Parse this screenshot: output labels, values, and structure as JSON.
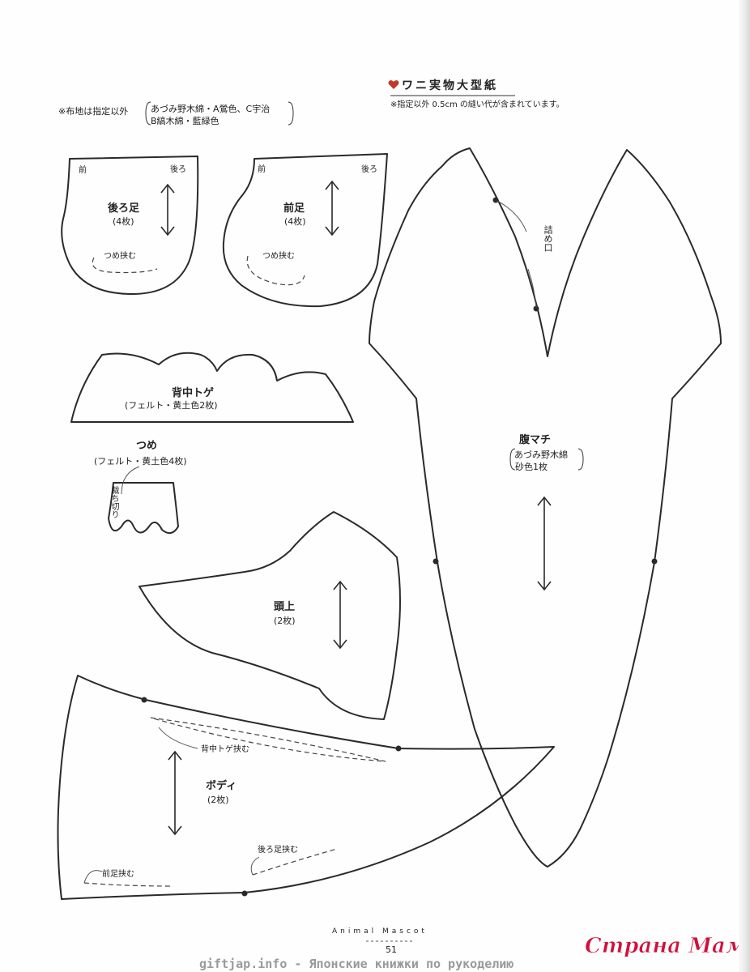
{
  "header": {
    "title": "ワニ実物大型紙",
    "note": "※指定以外 0.5cm の縫い代が含まれています。"
  },
  "fabric_note": {
    "prefix": "※布地は指定以外",
    "line1": "あづみ野木綿・A鶯色、C宇治",
    "line2": "B縞木綿・藍緑色"
  },
  "pieces": {
    "back_leg": {
      "front": "前",
      "back": "後ろ",
      "name": "後ろ足",
      "count": "(4枚)",
      "claw": "つめ挟む"
    },
    "front_leg": {
      "front": "前",
      "back": "後ろ",
      "name": "前足",
      "count": "(4枚)",
      "claw": "つめ挟む"
    },
    "spine": {
      "name": "背中トゲ",
      "material": "(フェルト・黄土色2枚)"
    },
    "claw": {
      "name": "つめ",
      "material": "(フェルト・黄土色4枚)",
      "cut": "裁ち切り"
    },
    "head_top": {
      "name": "頭上",
      "count": "(2枚)"
    },
    "body": {
      "name": "ボディ",
      "count": "(2枚)",
      "spine_insert": "背中トゲ挟む",
      "back_leg_insert": "後ろ足挟む",
      "front_leg_insert": "前足挟む"
    },
    "belly": {
      "name": "腹マチ",
      "line1": "あづみ野木綿",
      "line2": "砂色1枚",
      "stuffing": "詰め口"
    }
  },
  "footer": {
    "book": "Animal Mascot",
    "page_number": "51",
    "site": "giftjap.info - Японские книжки по рукоделию",
    "watermark": "Страна Мам . ру"
  }
}
